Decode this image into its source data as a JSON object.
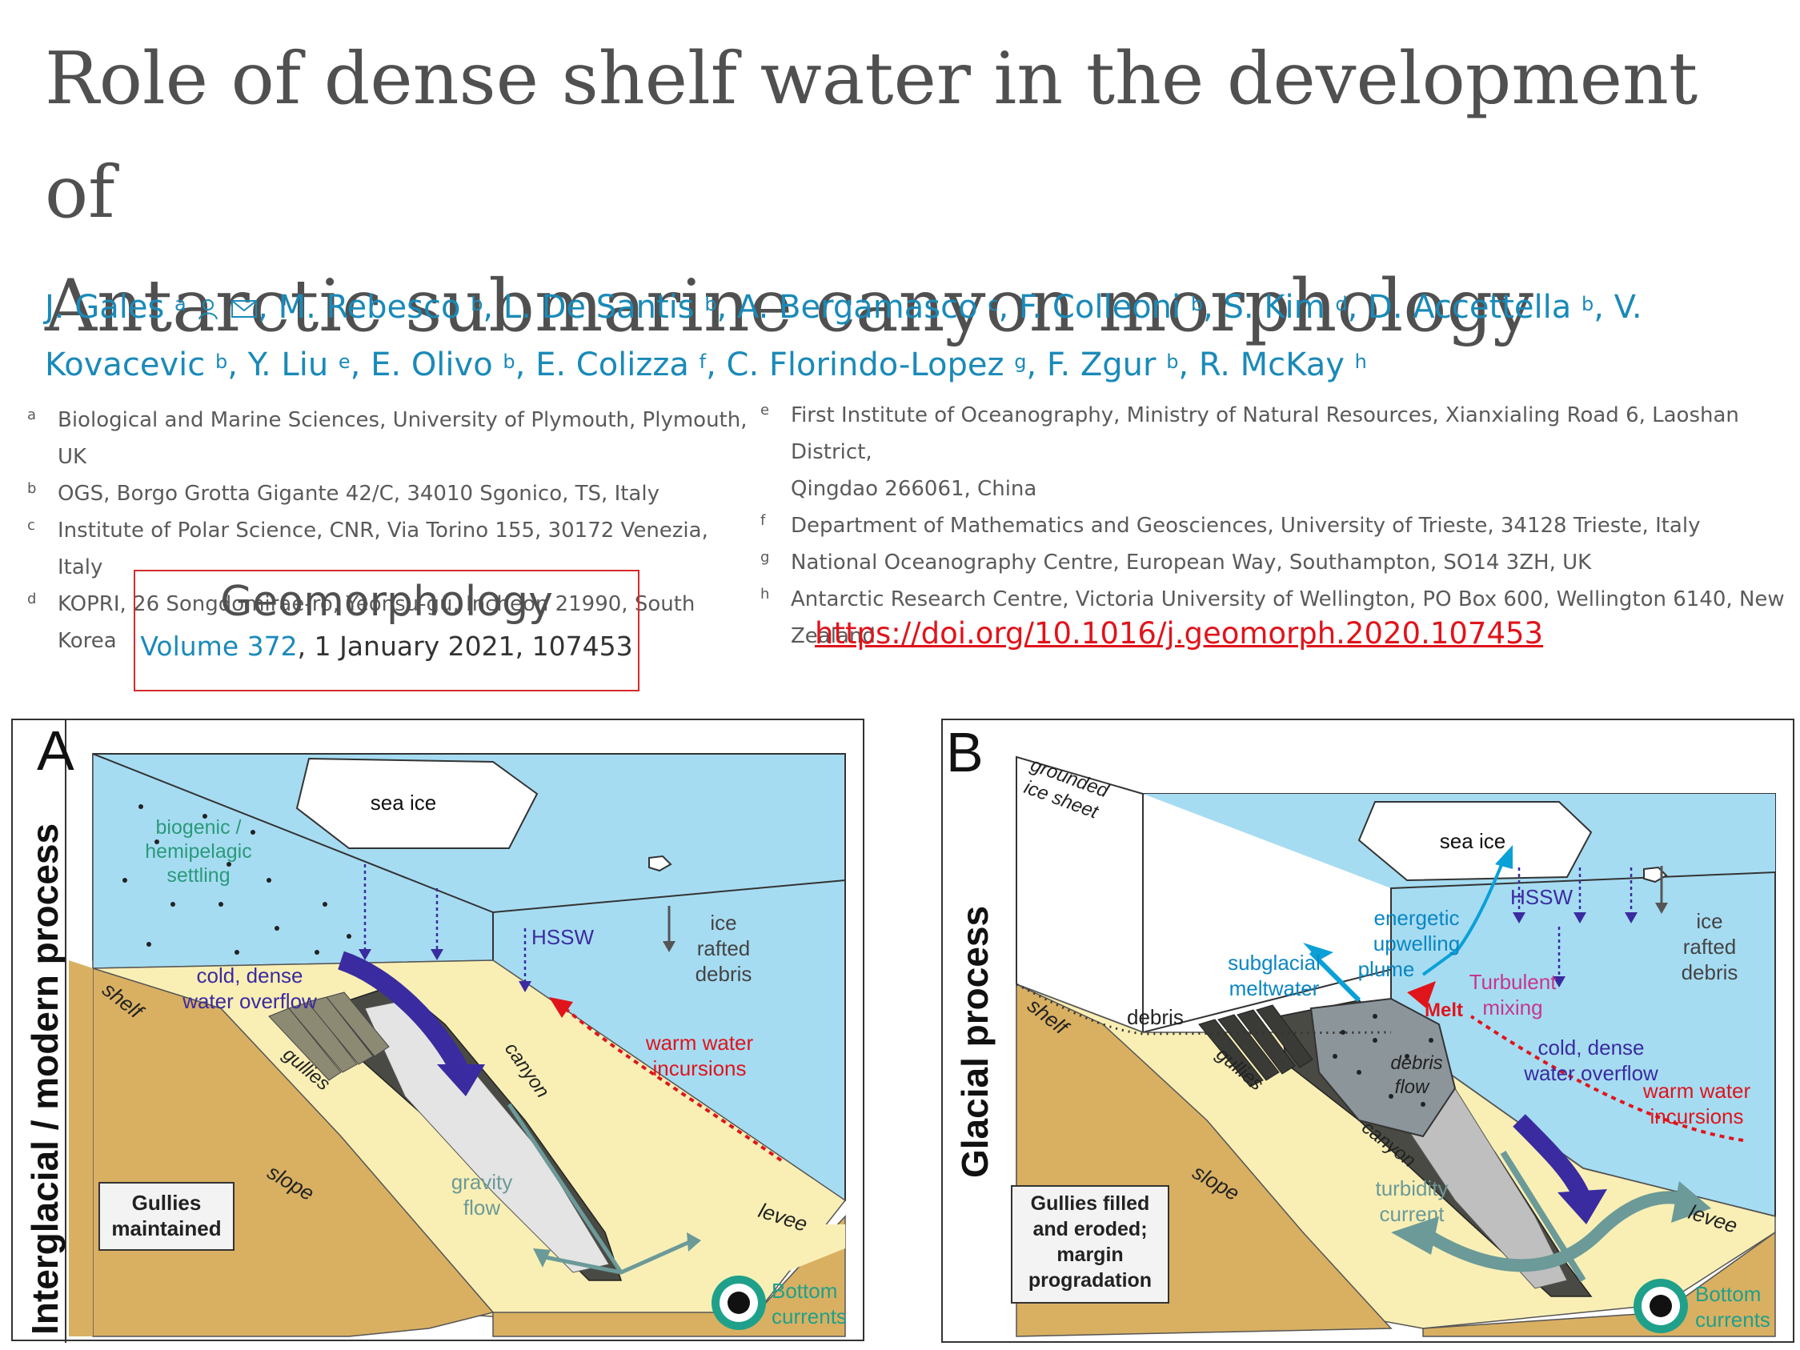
{
  "paper": {
    "title_line1": "Role of dense shelf water in the development of",
    "title_line2": "Antarctic submarine canyon morphology"
  },
  "authors": [
    {
      "name": "J. Gales",
      "sup": "a"
    },
    {
      "name": "M. Rebesco",
      "sup": "b"
    },
    {
      "name": "L. De Santis",
      "sup": "b"
    },
    {
      "name": "A. Bergamasco",
      "sup": "c"
    },
    {
      "name": "F. Colleoni",
      "sup": "b"
    },
    {
      "name": "S. Kim",
      "sup": "d"
    },
    {
      "name": "D. Accettella",
      "sup": "b"
    },
    {
      "name": "V. Kovacevic",
      "sup": "b"
    },
    {
      "name": "Y. Liu",
      "sup": "e"
    },
    {
      "name": "E. Olivo",
      "sup": "b"
    },
    {
      "name": "E. Colizza",
      "sup": "f"
    },
    {
      "name": "C. Florindo-Lopez",
      "sup": "g"
    },
    {
      "name": "F. Zgur",
      "sup": "b"
    },
    {
      "name": "R. McKay",
      "sup": "h"
    }
  ],
  "affiliations_left": [
    {
      "key": "a",
      "text": "Biological and Marine Sciences, University of Plymouth, Plymouth, UK"
    },
    {
      "key": "b",
      "text": "OGS, Borgo Grotta Gigante 42/C, 34010 Sgonico, TS, Italy"
    },
    {
      "key": "c",
      "text": "Institute of Polar Science, CNR, Via Torino 155, 30172 Venezia, Italy"
    },
    {
      "key": "d",
      "text": "KOPRI, 26 Songdomirae-ro, Yeonsu-gu, Incheon 21990, South Korea"
    }
  ],
  "affiliations_right": [
    {
      "key": "e",
      "text": "First Institute of Oceanography, Ministry of Natural Resources, Xianxialing Road 6, Laoshan District,"
    },
    {
      "key": "",
      "text": "Qingdao 266061, China"
    },
    {
      "key": "f",
      "text": "Department of Mathematics and Geosciences, University of Trieste, 34128 Trieste, Italy"
    },
    {
      "key": "g",
      "text": "National Oceanography Centre, European Way, Southampton, SO14 3ZH, UK"
    },
    {
      "key": "h",
      "text": "Antarctic Research Centre, Victoria University of Wellington, PO Box 600, Wellington 6140, New Zealand"
    }
  ],
  "journal": {
    "name": "Geomorphology",
    "volume_link": "Volume 372",
    "date_article": ", 1 January 2021, 107453"
  },
  "doi": "https://doi.org/10.1016/j.geomorph.2020.107453",
  "figure": {
    "panel_a": {
      "letter": "A",
      "side_label": "Interglacial / modern process",
      "sea_ice": "sea ice",
      "biogenic": [
        "biogenic /",
        "hemipelagic",
        "settling"
      ],
      "hssw": "HSSW",
      "ice_rafted": [
        "ice",
        "rafted",
        "debris"
      ],
      "overflow": [
        "cold, dense",
        "water overflow"
      ],
      "warm": [
        "warm water",
        "incursions"
      ],
      "shelf": "shelf",
      "gullies": "gullies",
      "canyon": "canyon",
      "gravity": [
        "gravity",
        "flow"
      ],
      "slope": "slope",
      "levee": "levee",
      "box": [
        "Gullies",
        "maintained"
      ],
      "bottom": [
        "Bottom",
        "currents"
      ]
    },
    "panel_b": {
      "letter": "B",
      "side_label": "Glacial  process",
      "grounded": [
        "grounded",
        "ice sheet"
      ],
      "sea_ice": "sea ice",
      "energetic": [
        "energetic",
        "upwelling",
        "plume"
      ],
      "hssw": "HSSW",
      "ice_rafted": [
        "ice",
        "rafted",
        "debris"
      ],
      "subglacial": [
        "subglacial",
        "meltwater"
      ],
      "turbulent": [
        "Turbulent",
        "mixing"
      ],
      "melt": "Melt",
      "debris": "debris",
      "debris_flow": [
        "debris",
        "flow"
      ],
      "overflow": [
        "cold, dense",
        "water overflow"
      ],
      "warm": [
        "warm water",
        "incursions"
      ],
      "shelf": "shelf",
      "gullies": "gullies",
      "canyon": "canyon",
      "turbidity": [
        "turbidity",
        "current"
      ],
      "slope": "slope",
      "levee": "levee",
      "box": [
        "Gullies filled",
        "and eroded;",
        "margin",
        "progradation"
      ],
      "bottom": [
        "Bottom",
        "currents"
      ]
    }
  },
  "colors": {
    "link_blue": "#1a8ab8",
    "doi_red": "#e0141b",
    "water": "#a6dcf2",
    "shelf_top": "#f9efb5",
    "ground": "#d9b062",
    "arrow_purple": "#3a2ba0",
    "warm_red": "#e0141b",
    "teal": "#6b9a98"
  }
}
